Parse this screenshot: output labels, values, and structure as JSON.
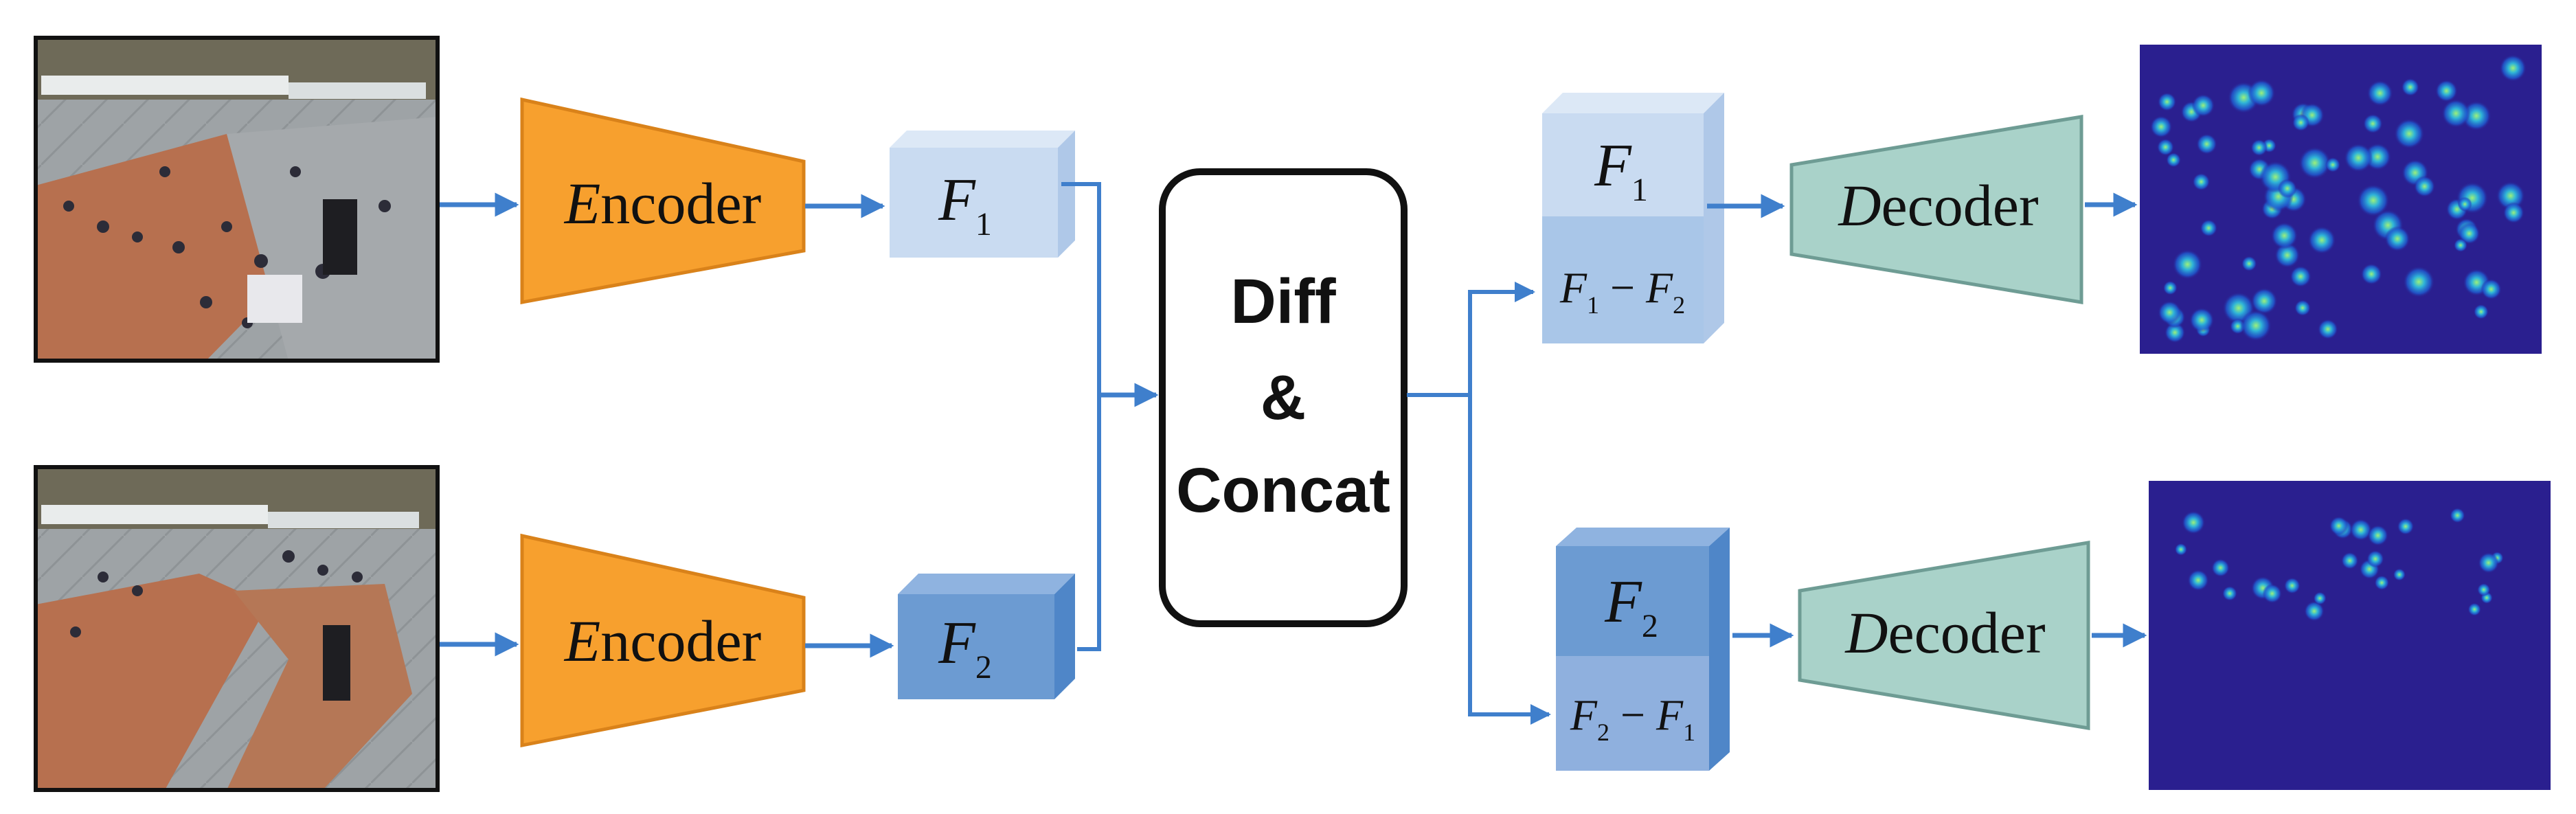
{
  "encoder_top": {
    "first": "E",
    "rest": "ncoder"
  },
  "encoder_bottom": {
    "first": "E",
    "rest": "ncoder"
  },
  "decoder_top": {
    "first": "D",
    "rest": "ecoder"
  },
  "decoder_bottom": {
    "first": "D",
    "rest": "ecoder"
  },
  "features": {
    "f1": {
      "base": "F",
      "sub": "1"
    },
    "f2": {
      "base": "F",
      "sub": "2"
    }
  },
  "diff_block": {
    "line1": "Diff",
    "line2": "&",
    "line3": "Concat"
  },
  "stack_top": {
    "upper": {
      "base": "F",
      "sub": "1"
    },
    "lower": {
      "a": "F",
      "a_sub": "1",
      "op": " − ",
      "b": "F",
      "b_sub": "2"
    }
  },
  "stack_bottom": {
    "upper": {
      "base": "F",
      "sub": "2"
    },
    "lower": {
      "a": "F",
      "a_sub": "2",
      "op": " − ",
      "b": "F",
      "b_sub": "1"
    }
  },
  "colors": {
    "encoder": "#F7A02E",
    "encoder_stroke": "#D9821A",
    "decoder": "#A9D2C9",
    "decoder_stroke": "#6E9C94",
    "feature_light": "#C9DBF1",
    "feature_dark": "#6C9BD2",
    "arrow": "#3F7FCC",
    "heatmap_bg": "#2A1F8F"
  }
}
